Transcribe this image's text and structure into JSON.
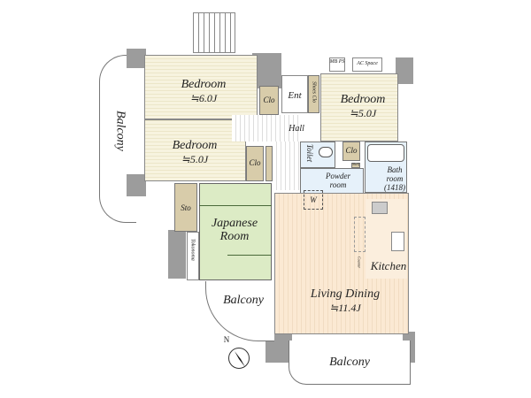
{
  "rooms": {
    "bedroom1": {
      "label": "Bedroom",
      "size": "≒6.0J"
    },
    "bedroom2": {
      "label": "Bedroom",
      "size": "≒5.0J"
    },
    "bedroom3": {
      "label": "Bedroom",
      "size": "≒5.0J"
    },
    "japanese": {
      "label": "Japanese Room"
    },
    "living": {
      "label": "Living Dining",
      "size": "≒11.4J"
    },
    "kitchen": {
      "label": "Kitchen"
    },
    "bath": {
      "label": "Bath room (1418)"
    },
    "powder": {
      "label": "Powder room"
    },
    "toilet": {
      "label": "Toilet"
    },
    "hall": {
      "label": "Hall"
    },
    "entrance": {
      "label": "Ent"
    }
  },
  "storage": {
    "clo": "Clo",
    "sto": "Sto",
    "shoes_clo": "Shoes Clo",
    "tokonoma": "Tokonoma",
    "shelf": "Shelf",
    "counter": "Counter",
    "washer": "W",
    "mb_ps": "MB PS",
    "ac_space": "AC Space"
  },
  "balconies": {
    "left": "Balcony",
    "small": "Balcony",
    "bottom": "Balcony"
  },
  "compass": {
    "north": "N"
  }
}
